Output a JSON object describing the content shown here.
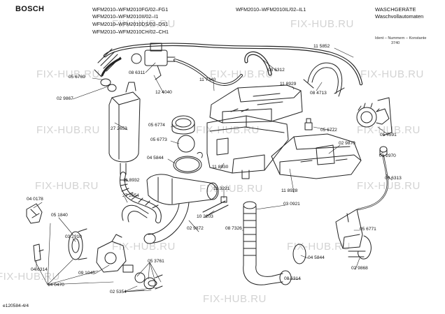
{
  "header": {
    "brand": "BOSCH",
    "models": [
      "WFM2010–WFM2010FG/02–FG1",
      "WFM2010–WFM2010II/02–I1",
      "WFM2010–WFM2010DS/02–DS1",
      "WFM2010–WFM2010CH/02–CH1"
    ],
    "model_right": "WFM2010–WFM2010IL/02–IL1",
    "category_line1": "WASCHGERÄTE",
    "category_line2": "Waschvollautomaten",
    "ident_label": "Ident – Nummern – Konstante",
    "ident_value": "3740"
  },
  "footer": {
    "page_ref": "e120584-4/4"
  },
  "watermark": {
    "text": "FIX-HUB.RU"
  },
  "parts": [
    "11 5852",
    "08 6311",
    "08 6312",
    "05 6769",
    "11 7340",
    "12 4040",
    "02 9867",
    "11 8929",
    "08 4713",
    "05 6774",
    "27 2653",
    "05 6772",
    "05 7591",
    "05 6773",
    "02 9870",
    "01 2970",
    "04 5844",
    "11 8930",
    "08 6313",
    "11 8932",
    "11 3221",
    "11 8928",
    "27 2654",
    "04 0178",
    "03 0921",
    "05 1840",
    "10 2203",
    "02 9872",
    "08 7326",
    "05 6771",
    "03 2910",
    "04 5844",
    "02 9868",
    "04 6314",
    "09 1045",
    "05 3761",
    "08 6314",
    "14 0470",
    "02 5354"
  ]
}
